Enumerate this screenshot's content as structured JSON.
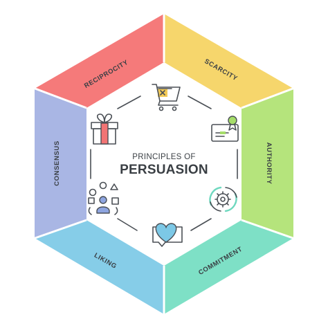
{
  "title": {
    "line1": "PRINCIPLES OF",
    "line2": "PERSUASION"
  },
  "segments": [
    {
      "label": "RECIPROCITY",
      "color": "#f57a7a"
    },
    {
      "label": "SCARCITY",
      "color": "#f6d66c"
    },
    {
      "label": "AUTHORITY",
      "color": "#b5e47c"
    },
    {
      "label": "COMMITMENT",
      "color": "#7ee0c6"
    },
    {
      "label": "LIKING",
      "color": "#86cde8"
    },
    {
      "label": "CONSENSUS",
      "color": "#a9b6e4"
    }
  ],
  "icons": [
    {
      "name": "shopping-cart-icon",
      "accent": "#f4cb57"
    },
    {
      "name": "certificate-icon",
      "accent": "#a6dd6a"
    },
    {
      "name": "gear-cycle-icon",
      "accent": "#6fd8bf"
    },
    {
      "name": "heart-chat-icon",
      "accent": "#7cc8e6"
    },
    {
      "name": "group-people-icon",
      "accent": "#8ea5e0"
    },
    {
      "name": "gift-box-icon",
      "accent": "#f27474"
    }
  ],
  "outline_color": "#4a4f55"
}
